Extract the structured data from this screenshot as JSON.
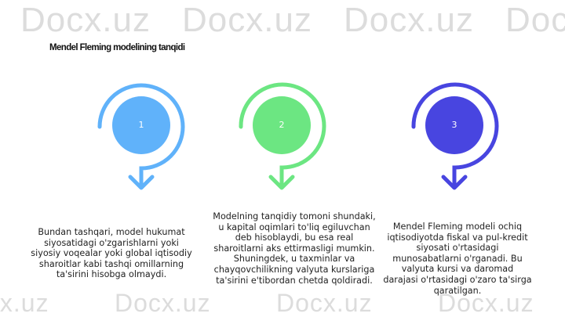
{
  "watermark": "Docx.uz",
  "title": "Mendel Fleming modelining tanqidi",
  "steps": [
    {
      "number": "1",
      "color": "#60b2fa",
      "text": "Bundan tashqari, model hukumat siyosatidagi o'zgarishlarni yoki siyosiy voqealar yoki global iqtisodiy sharoitlar kabi tashqi omillarning ta'sirini hisobga olmaydi."
    },
    {
      "number": "2",
      "color": "#6ce682",
      "text": "Modelning tanqidiy tomoni shundaki, u kapital oqimlari to'liq egiluvchan deb hisoblaydi, bu esa real sharoitlarni aks ettirmasligi mumkin. Shuningdek, u taxminlar va chayqovchilikning valyuta kurslariga ta'sirini e'tibordan chetda qoldiradi."
    },
    {
      "number": "3",
      "color": "#4845e0",
      "text": "Mendel Fleming modeli ochiq iqtisodiyotda fiskal va pul-kredit siyosati o'rtasidagi munosabatlarni o'rganadi. Bu valyuta kursi va daromad darajasi o'rtasidagi o'zaro ta'sirga qaratilgan."
    }
  ]
}
